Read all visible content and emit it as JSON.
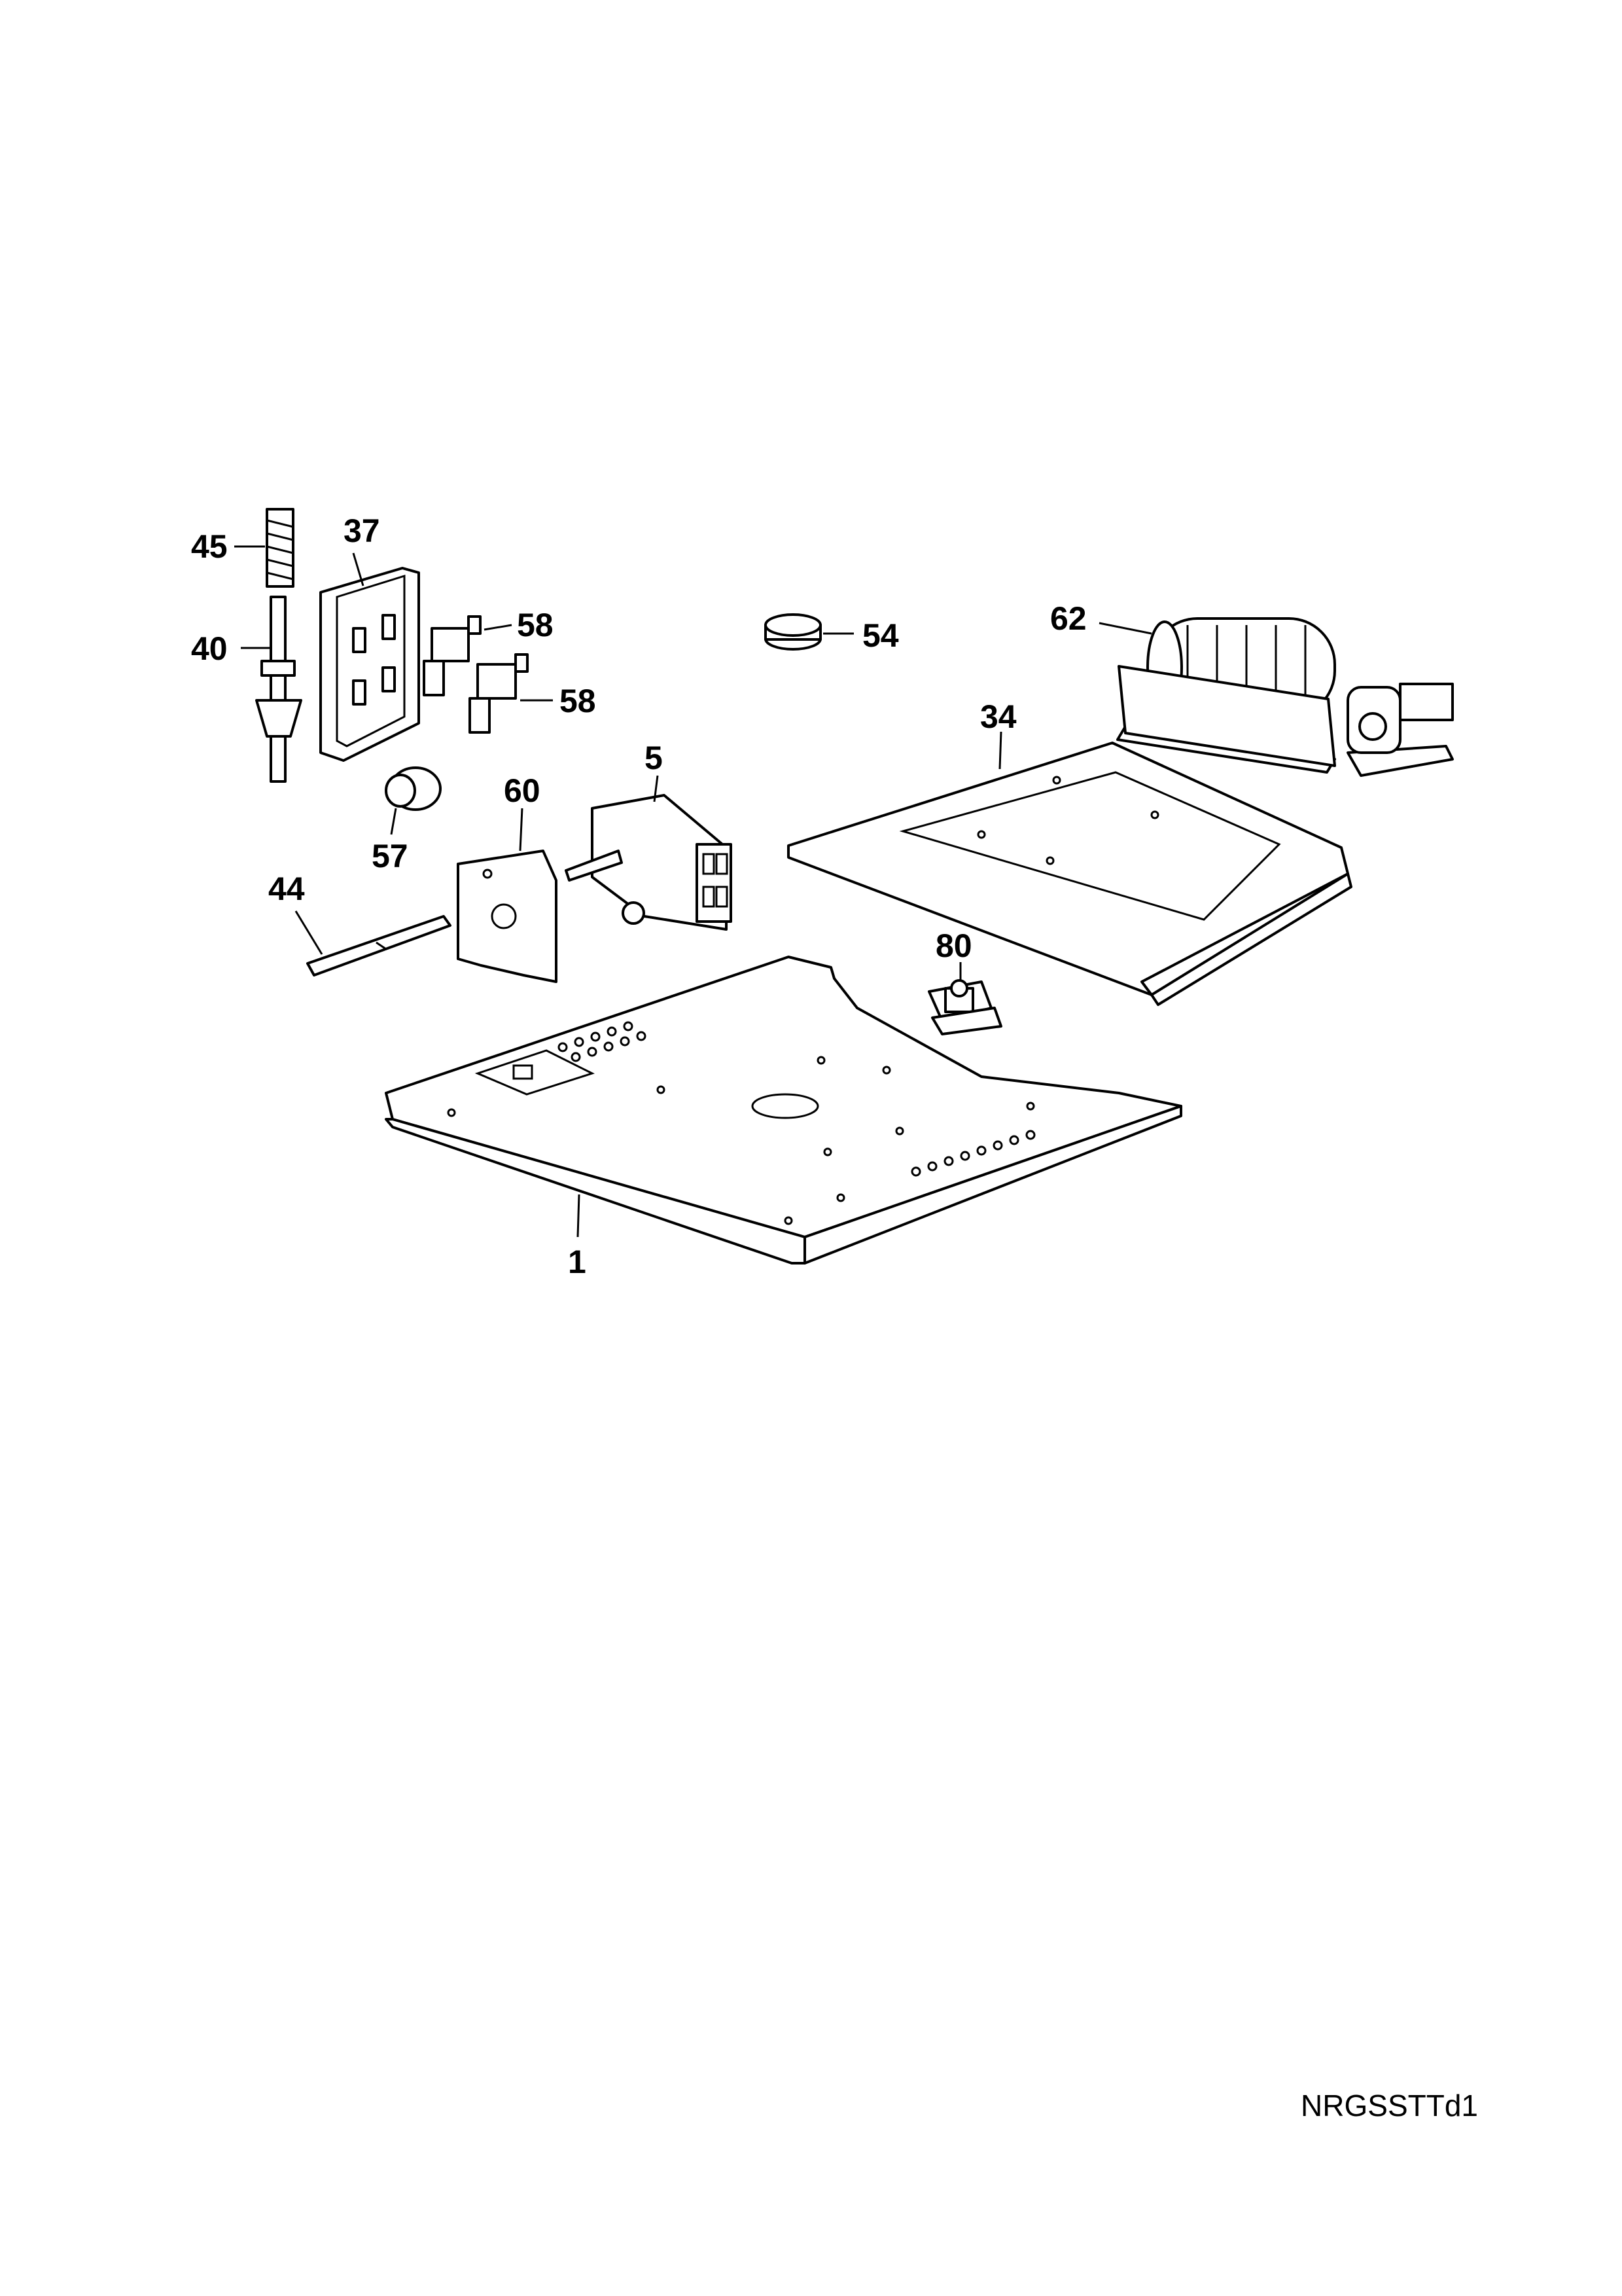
{
  "drawing_code": "NRGSSTTd1",
  "callouts": {
    "p1": "1",
    "p5": "5",
    "p34": "34",
    "p37": "37",
    "p40": "40",
    "p44": "44",
    "p45": "45",
    "p54": "54",
    "p57": "57",
    "p58a": "58",
    "p58b": "58",
    "p60": "60",
    "p62": "62",
    "p80": "80"
  }
}
